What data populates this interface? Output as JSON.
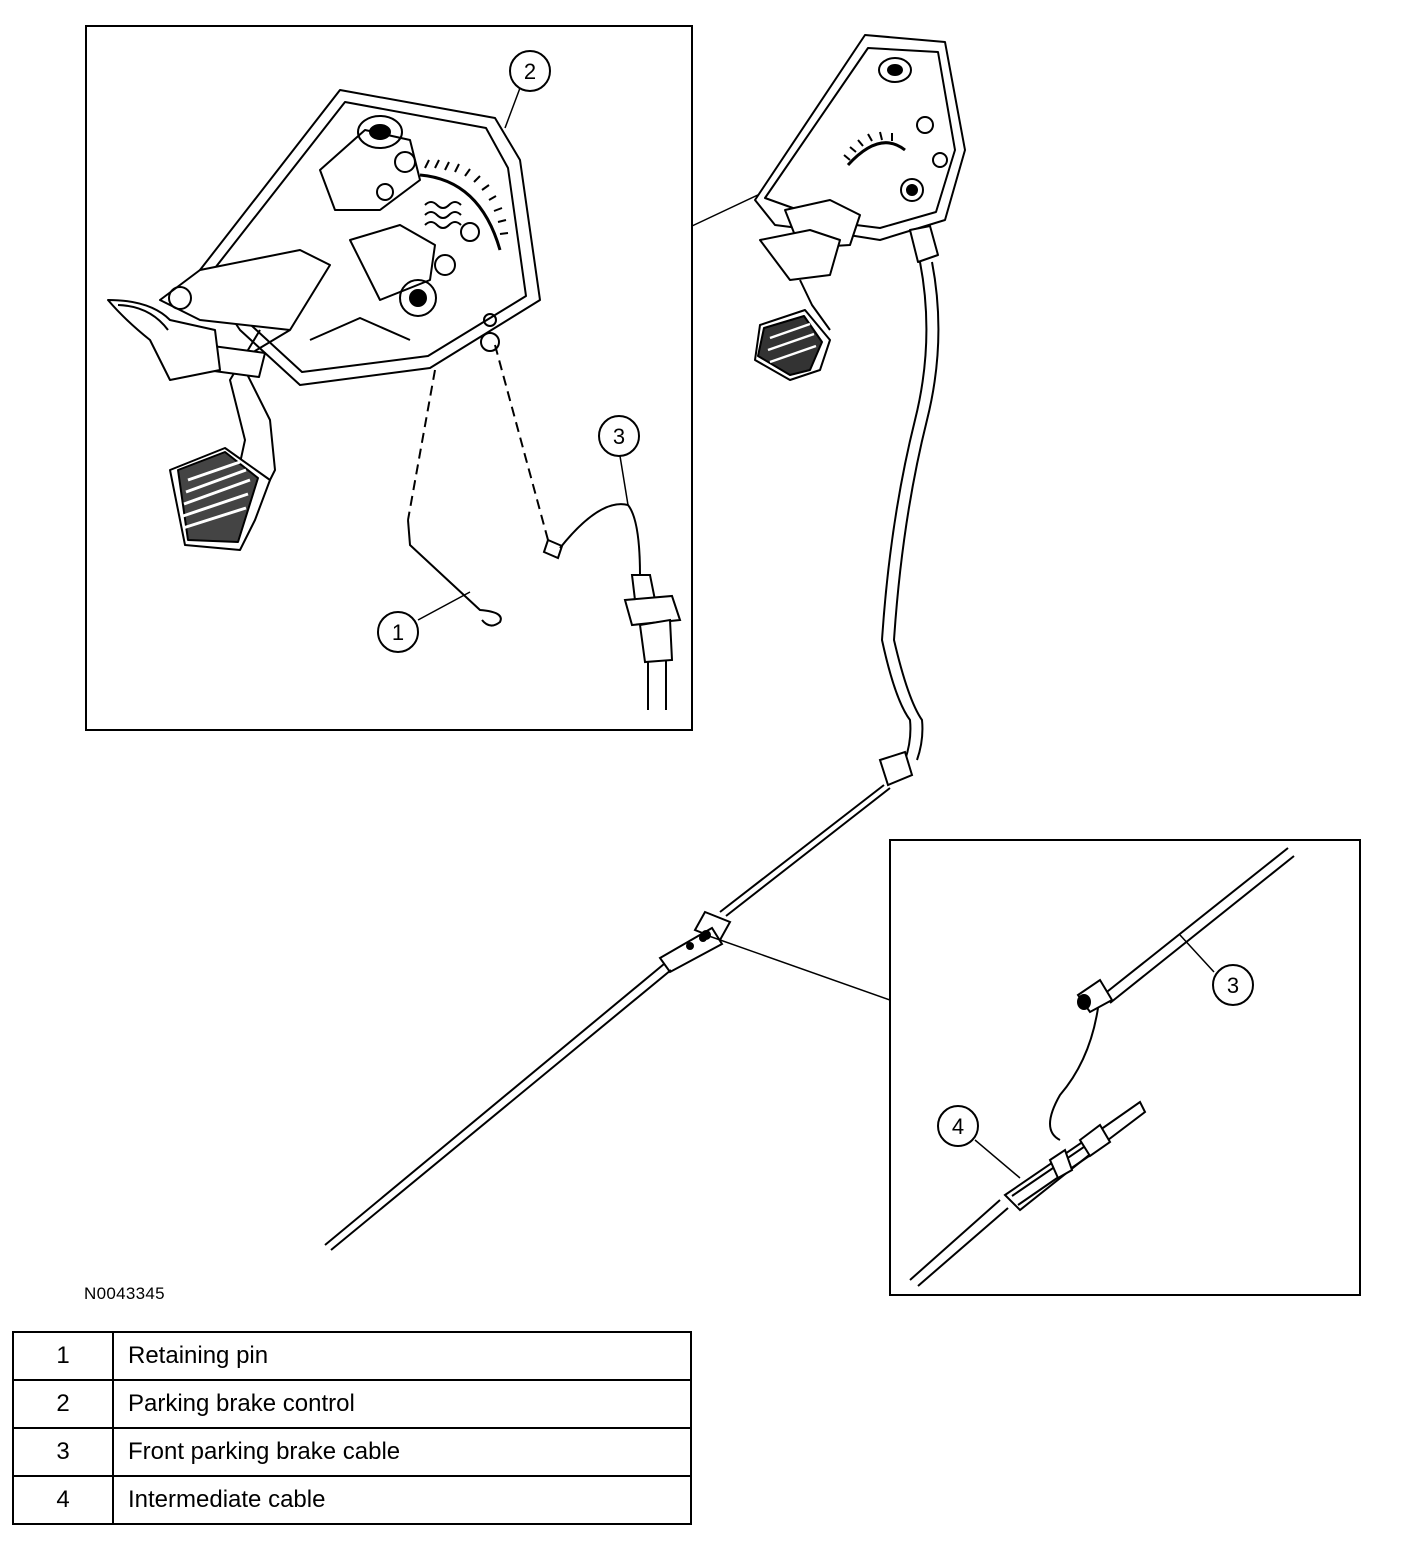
{
  "callouts": {
    "c1": "1",
    "c2": "2",
    "c3_top": "3",
    "c3_bottom": "3",
    "c4": "4"
  },
  "figure_id": "N0043345",
  "legend": [
    {
      "number": "1",
      "label": "Retaining pin"
    },
    {
      "number": "2",
      "label": "Parking brake control"
    },
    {
      "number": "3",
      "label": "Front parking brake cable"
    },
    {
      "number": "4",
      "label": "Intermediate cable"
    }
  ]
}
